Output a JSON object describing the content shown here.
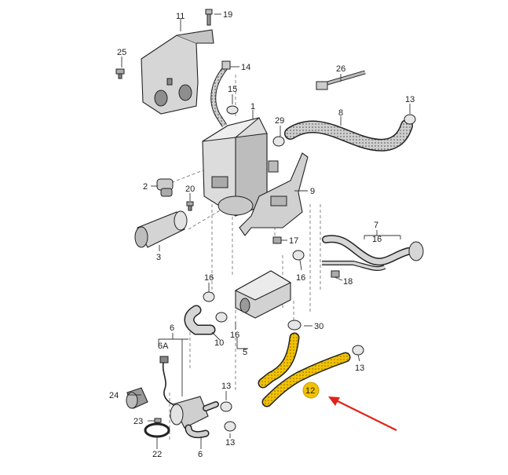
{
  "callouts": {
    "c1": "1",
    "c2": "2",
    "c3": "3",
    "c5": "5",
    "c6a": "6",
    "c6b": "6",
    "c6A": "6A",
    "c7": "7",
    "c8": "8",
    "c9": "9",
    "c10": "10",
    "c11": "11",
    "c12": "12",
    "c13a": "13",
    "c13b": "13",
    "c13c": "13",
    "c13d": "13",
    "c14": "14",
    "c15": "15",
    "c16a": "16",
    "c16b": "16",
    "c16c": "16",
    "c16d": "16",
    "c17": "17",
    "c18": "18",
    "c19": "19",
    "c20": "20",
    "c22": "22",
    "c23": "23",
    "c24": "24",
    "c25": "25",
    "c26": "26",
    "c29": "29",
    "c30": "30"
  },
  "colors": {
    "highlight": "#f2c200",
    "highlight_dark": "#c99a00",
    "arrow": "#e0231c",
    "part_fill": "#d9d9d9",
    "part_dark": "#8a8a8a",
    "part_light": "#efefef"
  }
}
